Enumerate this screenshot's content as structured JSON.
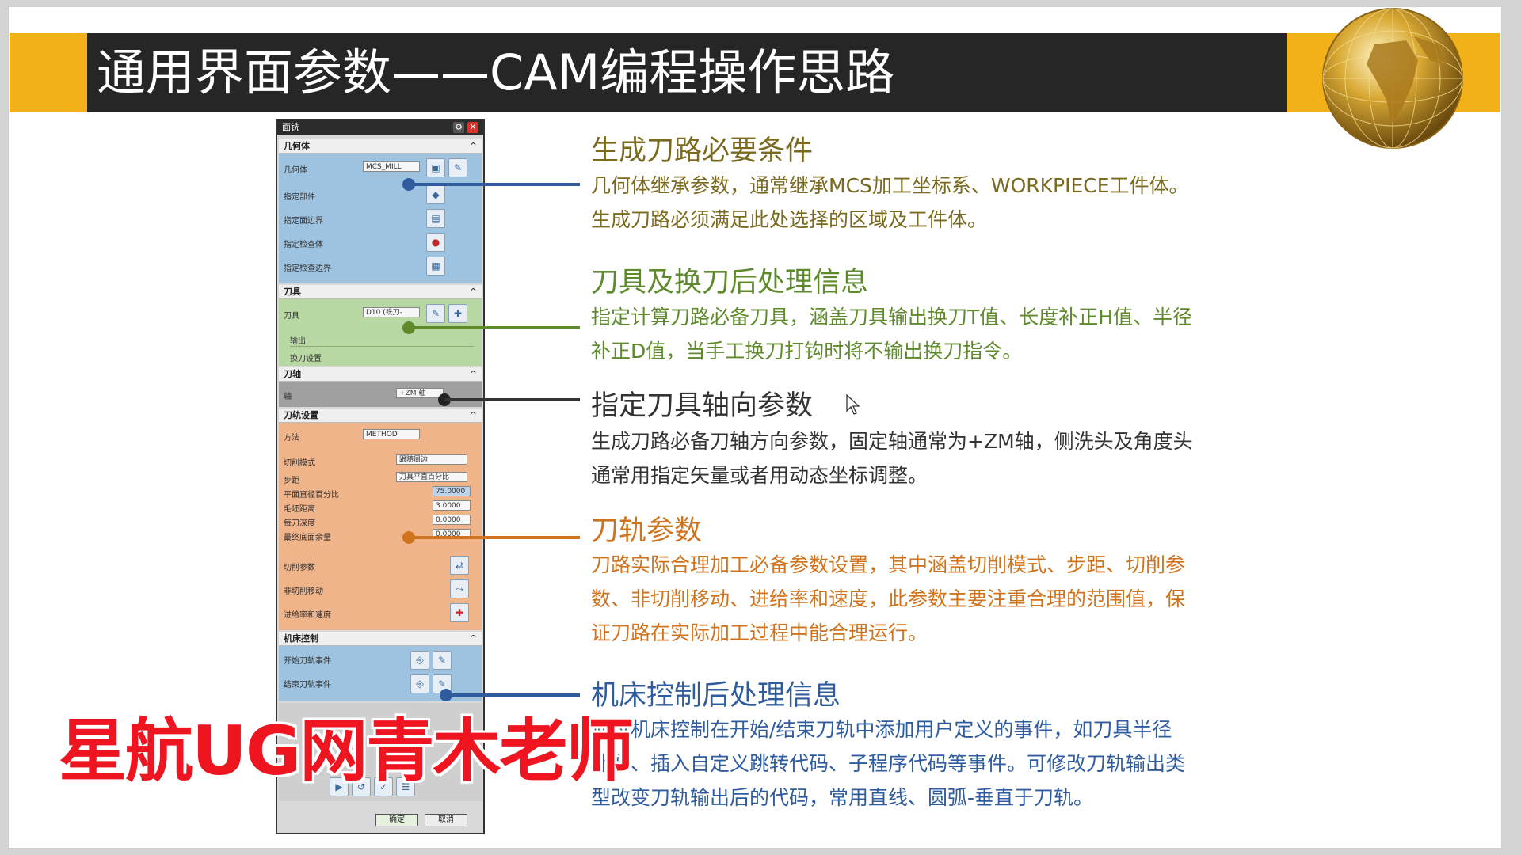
{
  "slide": {
    "title": "通用界面参数——CAM编程操作思路",
    "colors": {
      "title_band": "#262626",
      "accent": "#f2b019"
    }
  },
  "dialog": {
    "title": "面铣",
    "sections": {
      "geometry": {
        "header": "几何体",
        "rows": [
          "几何体",
          "指定部件",
          "指定面边界",
          "指定检查体",
          "指定检查边界"
        ],
        "select_value": "MCS_MILL",
        "color": "#9dc3e0"
      },
      "tool": {
        "header": "刀具",
        "rows": [
          "刀具"
        ],
        "select_value": "D10 (铣刀-",
        "subsections": [
          "输出",
          "换刀设置"
        ],
        "color": "#b7d7a3"
      },
      "axis": {
        "header": "刀轴",
        "rows": [
          "轴"
        ],
        "select_value": "+ZM 轴",
        "color": "#9f9f9f"
      },
      "path_settings": {
        "header": "刀轨设置",
        "rows": [
          "方法",
          "切削模式",
          "步距",
          "平面直径百分比",
          "毛坯距离",
          "每刀深度",
          "最终底面余量",
          "切削参数",
          "非切削移动",
          "进给率和速度"
        ],
        "method_value": "METHOD",
        "cut_pattern_value": "跟随周边",
        "stepover_value": "刀具平直百分比",
        "values": [
          "75.0000",
          "3.0000",
          "0.0000",
          "0.0000"
        ],
        "color": "#f0b48b"
      },
      "machine_control": {
        "header": "机床控制",
        "rows": [
          "开始刀轨事件",
          "结束刀轨事件"
        ],
        "color": "#9dc3e0"
      }
    },
    "ok_label": "确定",
    "cancel_label": "取消"
  },
  "notes": [
    {
      "heading": "生成刀路必要条件",
      "lines": [
        "几何体继承参数，通常继承MCS加工坐标系、WORKPIECE工件体。",
        "生成刀路必须满足此处选择的区域及工件体。"
      ],
      "color": "#7a6a1e"
    },
    {
      "heading": "刀具及换刀后处理信息",
      "lines": [
        "指定计算刀路必备刀具，涵盖刀具输出换刀T值、长度补正H值、半径",
        "补正D值，当手工换刀打钩时将不输出换刀指令。"
      ],
      "color": "#5e8a2c"
    },
    {
      "heading": "指定刀具轴向参数",
      "lines": [
        "生成刀路必备刀轴方向参数，固定轴通常为+ZM轴，侧洗头及角度头",
        "通常用指定矢量或者用动态坐标调整。"
      ],
      "color": "#333333"
    },
    {
      "heading": "刀轨参数",
      "lines": [
        "刀路实际合理加工必备参数设置，其中涵盖切削模式、步距、切削参",
        "数、非切削移动、进给率和速度，此参数主要注重合理的范围值，保",
        "证刀路在实际加工过程中能合理运行。"
      ],
      "color": "#d0731d"
    },
    {
      "heading": "机床控制后处理信息",
      "lines": [
        "通过机床控制在开始/结束刀轨中添加用户定义的事件，如刀具半径",
        "补偿、插入自定义跳转代码、子程序代码等事件。可修改刀轨输出类",
        "型改变刀轨输出后的代码，常用直线、圆弧-垂直于刀轨。"
      ],
      "color": "#2f5c9e"
    }
  ],
  "watermark": "星航UG网青木老师",
  "icons": [
    "globe-icon",
    "cursor-icon",
    "settings-icon",
    "close-icon"
  ]
}
